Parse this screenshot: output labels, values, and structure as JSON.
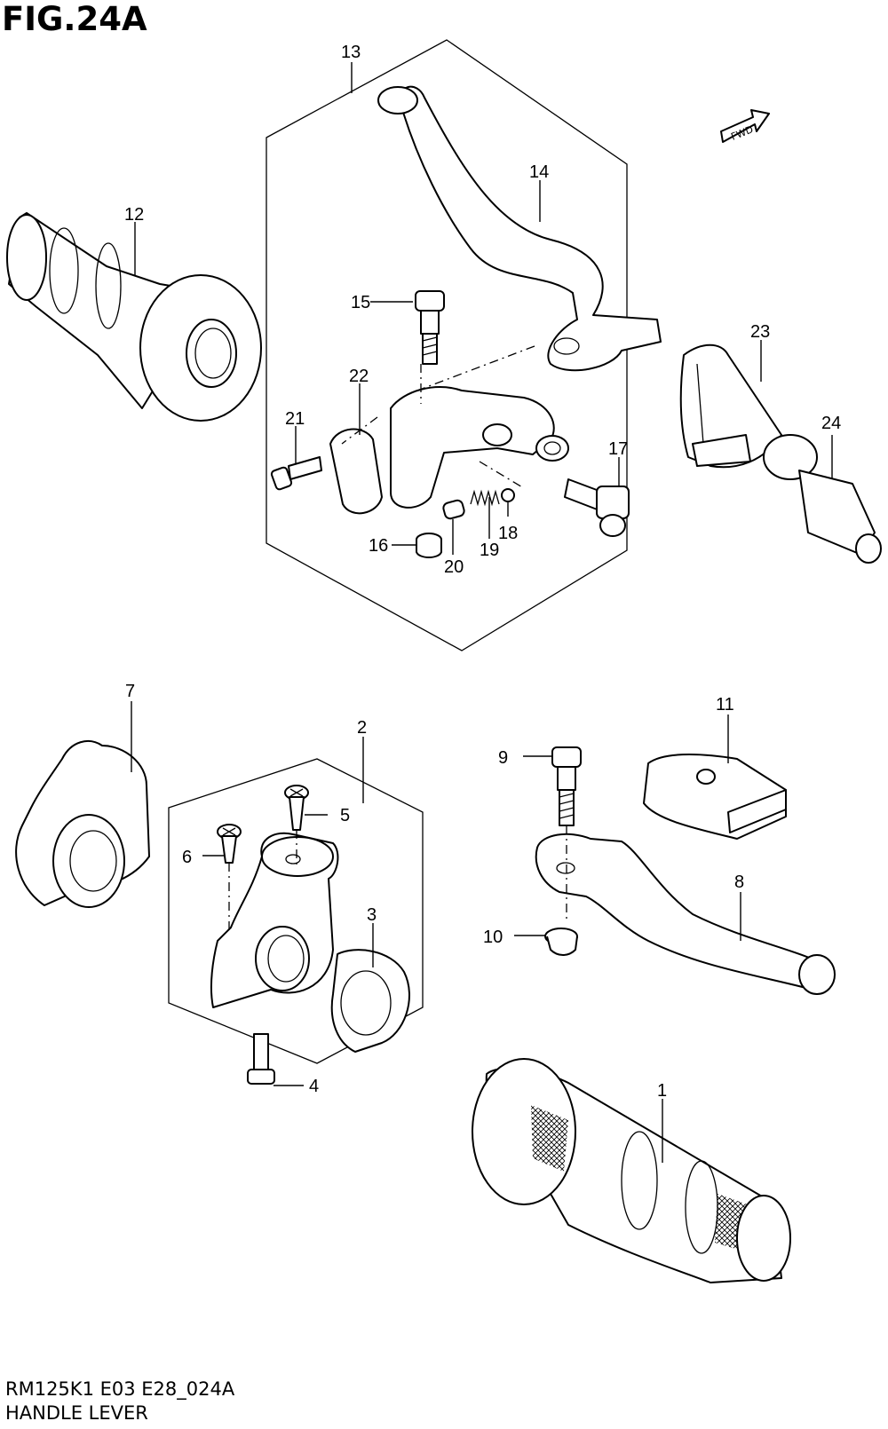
{
  "figure": {
    "title": "FIG.24A",
    "model_code": "RM125K1 E03 E28_024A",
    "name": "HANDLE LEVER",
    "fwd_label": "FWD"
  },
  "callouts": [
    "1",
    "2",
    "3",
    "4",
    "5",
    "6",
    "7",
    "8",
    "9",
    "10",
    "11",
    "12",
    "13",
    "14",
    "15",
    "16",
    "17",
    "18",
    "19",
    "20",
    "21",
    "22",
    "23",
    "24"
  ]
}
